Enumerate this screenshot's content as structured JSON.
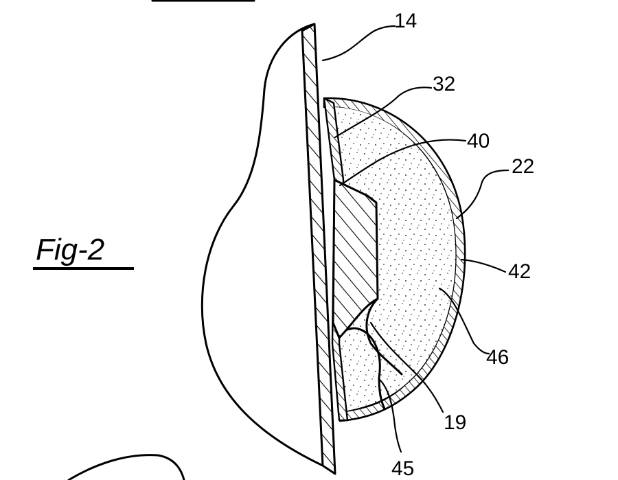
{
  "figure": {
    "label": "Fig-2",
    "refs": {
      "r14": "14",
      "r32": "32",
      "r40": "40",
      "r22": "22",
      "r42": "42",
      "r46": "46",
      "r19": "19",
      "r45": "45"
    }
  }
}
